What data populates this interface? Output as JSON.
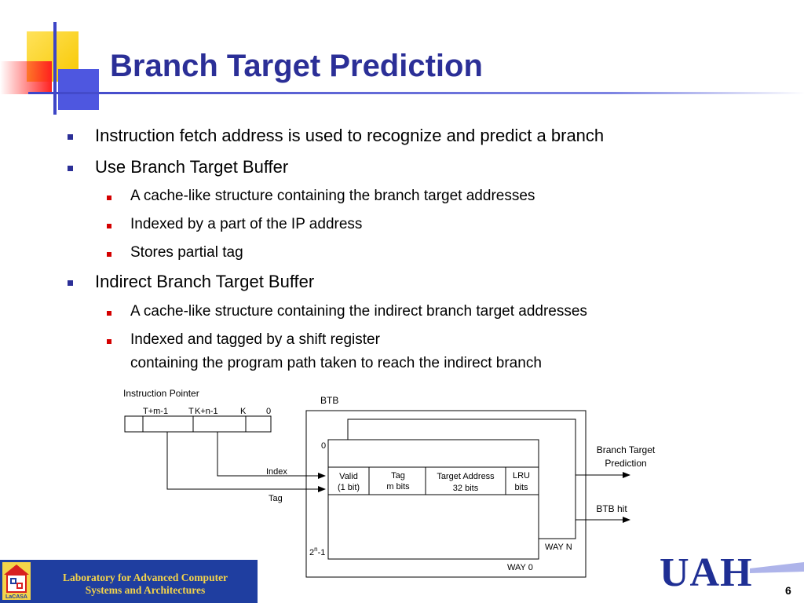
{
  "slide": {
    "title": "Branch Target Prediction",
    "page_number": "6"
  },
  "bullets": [
    {
      "text": "Instruction fetch address is used to recognize and predict a branch",
      "level": 1
    },
    {
      "text": "Use Branch Target Buffer",
      "level": 1
    },
    {
      "text": "A cache-like structure containing the branch target addresses",
      "level": 2
    },
    {
      "text": "Indexed by a part of the IP address",
      "level": 2
    },
    {
      "text": "Stores partial tag",
      "level": 2
    },
    {
      "text": "Indirect Branch Target Buffer",
      "level": 1
    },
    {
      "text": "A cache-like structure containing the indirect branch target addresses",
      "level": 2
    },
    {
      "text": "Indexed and tagged by a shift register",
      "level": 2,
      "continuation": "containing the program path taken to reach the indirect branch"
    }
  ],
  "diagram": {
    "ip_label": "Instruction Pointer",
    "bit_labels": {
      "tm1": "T+m-1",
      "t": "T",
      "kn1": "K+n-1",
      "k": "K",
      "zero": "0"
    },
    "btb_label": "BTB",
    "row_first": "0",
    "row_last": "2",
    "row_last_sup": "n",
    "row_last_suffix": "-1",
    "index_label": "Index",
    "tag_label": "Tag",
    "fields": {
      "valid_1": "Valid",
      "valid_2": "(1 bit)",
      "tag_1": "Tag",
      "tag_2": "m bits",
      "target_1": "Target Address",
      "target_2": "32 bits",
      "lru_1": "LRU",
      "lru_2": "bits"
    },
    "way_n": "WAY N",
    "way_0": "WAY 0",
    "prediction_1": "Branch Target",
    "prediction_2": "Prediction",
    "btb_hit": "BTB hit"
  },
  "footer": {
    "lab_line1": "Laboratory for Advanced Computer",
    "lab_line2": "Systems and Architectures",
    "logo_text": "LaCASA",
    "uah": "UAH"
  },
  "colors": {
    "title": "#2b2f97",
    "bullet_l1": "#2b2f97",
    "bullet_l2": "#d40000",
    "footer_bg": "#1f3ea0",
    "footer_text": "#f4d44a",
    "uah": "#1f2f94"
  }
}
